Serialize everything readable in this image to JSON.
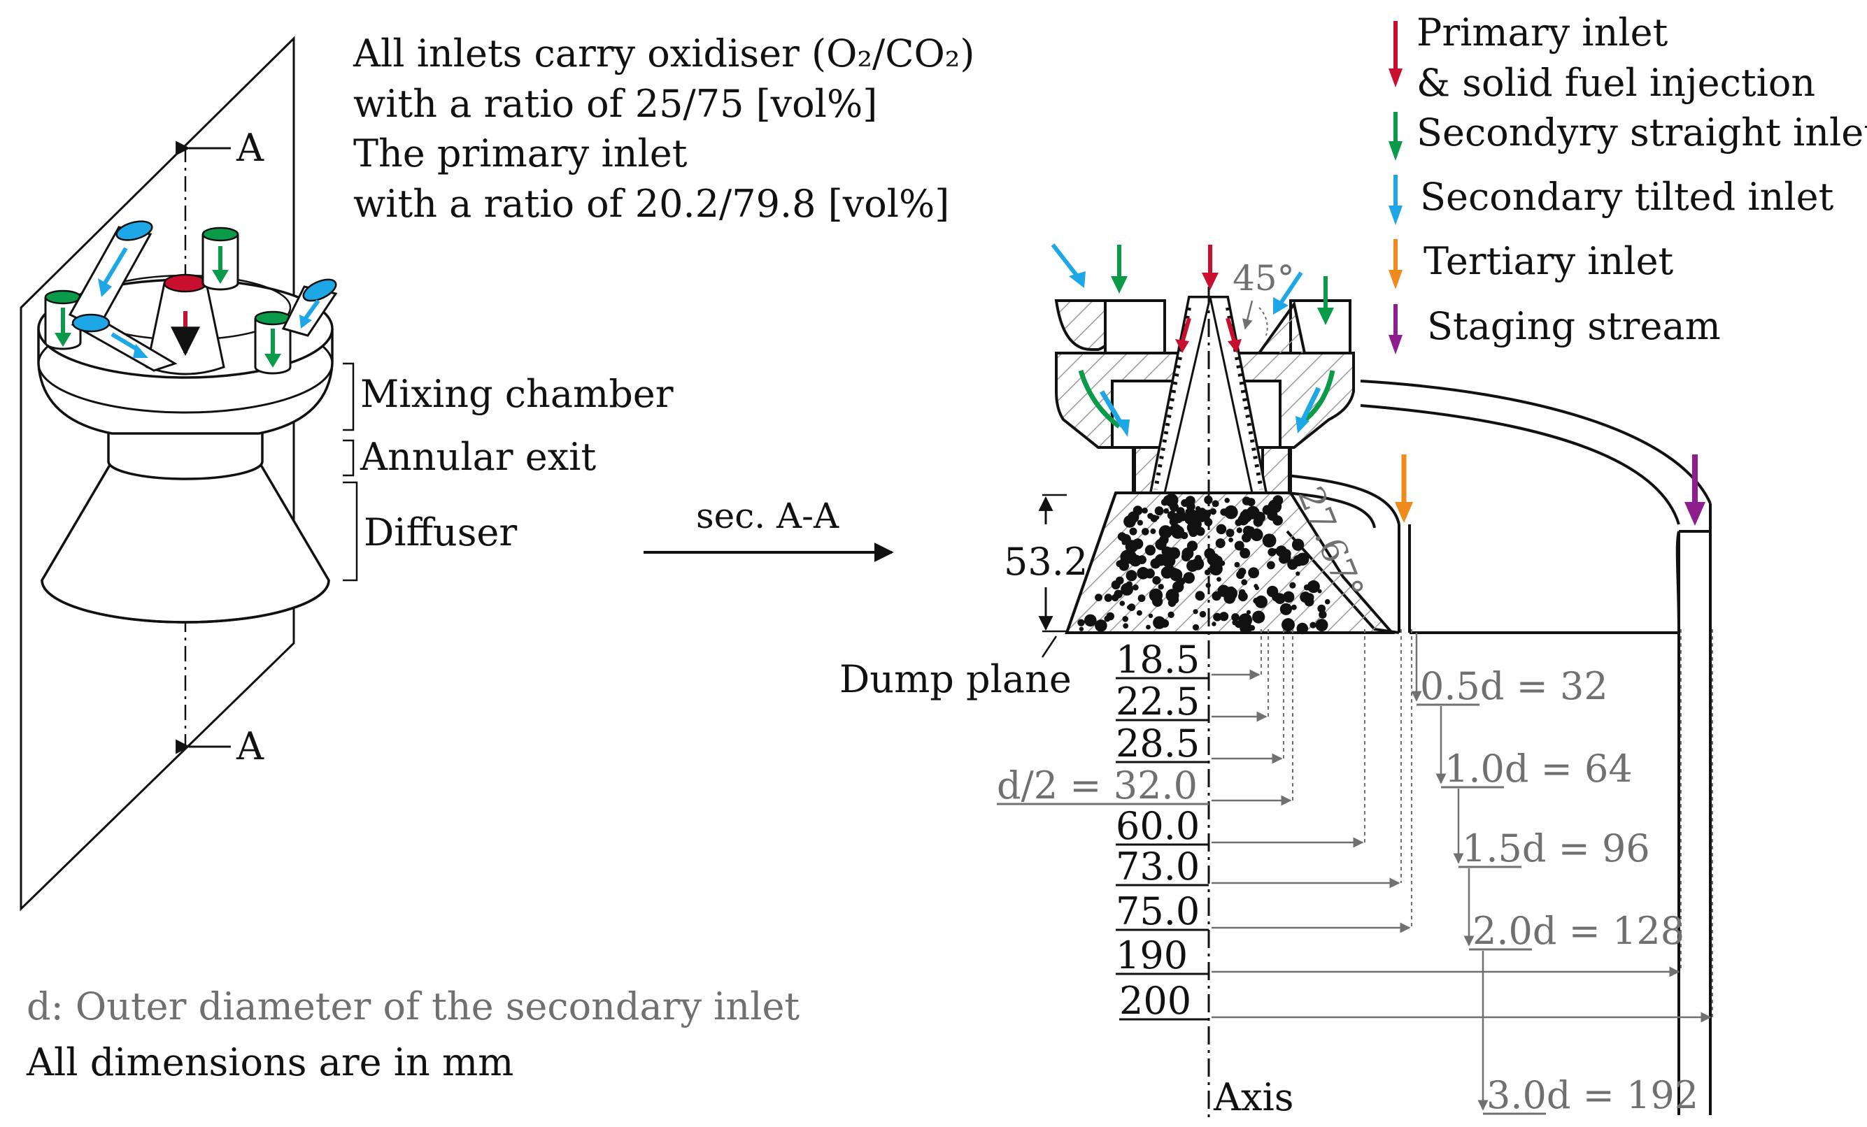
{
  "colors": {
    "primary": "#c8102e",
    "secondary_straight": "#0a9a4a",
    "secondary_tilted": "#1ea7e6",
    "tertiary": "#f18a1c",
    "staging": "#8e1d8e",
    "gray": "#707070",
    "ink": "#111111"
  },
  "notes": {
    "line1": "All inlets carry oxidiser (O₂/CO₂)",
    "line2": "with a ratio of 25/75 [vol%]",
    "line3": "The primary inlet",
    "line4": "with a ratio of 20.2/79.8 [vol%]"
  },
  "legend": [
    {
      "label": "Primary inlet",
      "label2": "& solid fuel injection",
      "color": "#c8102e"
    },
    {
      "label": "Secondyry straight inlet",
      "color": "#0a9a4a"
    },
    {
      "label": "Secondary tilted inlet",
      "color": "#1ea7e6"
    },
    {
      "label": "Tertiary inlet",
      "color": "#f18a1c"
    },
    {
      "label": "Staging stream",
      "color": "#8e1d8e"
    }
  ],
  "sections": {
    "mixing": "Mixing chamber",
    "annular": "Annular exit",
    "diffuser": "Diffuser",
    "plane_label": "A",
    "sec_label": "sec. A-A"
  },
  "dims": {
    "height": "53.2",
    "angle_top": "45°",
    "angle_cone": "27.67°",
    "dump_plane": "Dump plane",
    "axis": "Axis",
    "radii": [
      "18.5",
      "22.5",
      "28.5",
      "d/2 = 32.0",
      "60.0",
      "73.0",
      "75.0",
      "190",
      "200"
    ],
    "downstream": [
      "0.5d = 32",
      "1.0d = 64",
      "1.5d = 96",
      "2.0d = 128",
      "3.0d = 192"
    ]
  },
  "footer": {
    "d_note": "d: Outer diameter of the secondary inlet",
    "units": "All dimensions are in mm"
  }
}
